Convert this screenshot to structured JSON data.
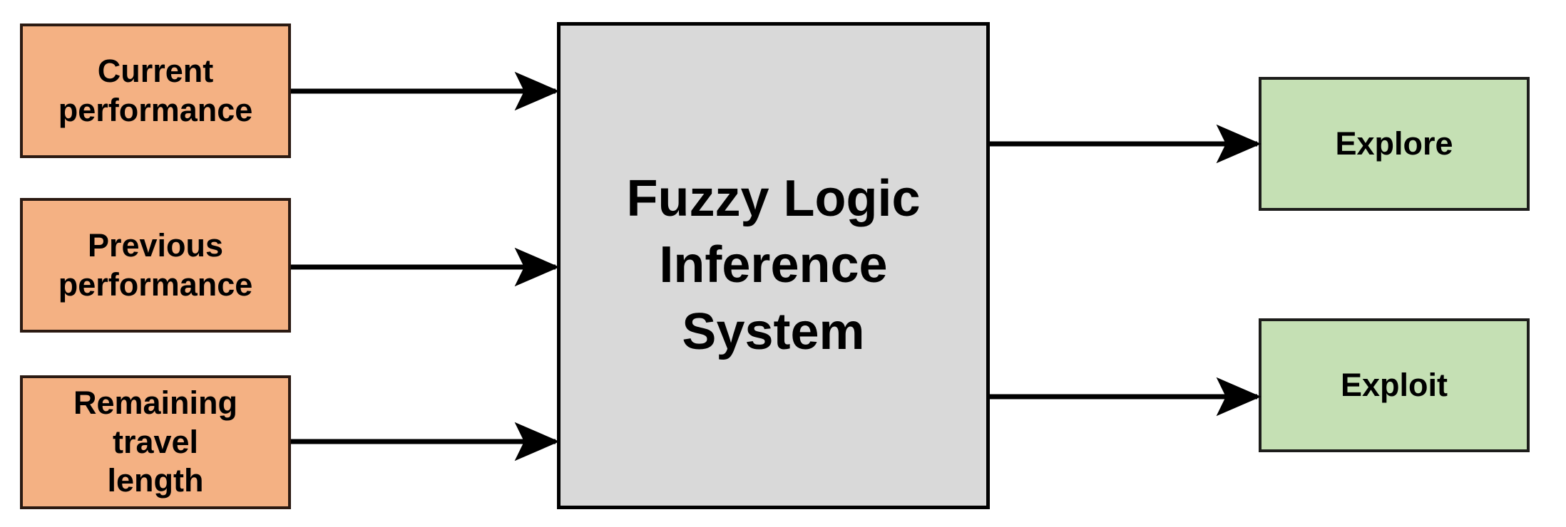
{
  "diagram": {
    "title": "Fuzzy Logic Inference System block diagram",
    "background_color": "#FFFFFF",
    "palette": {
      "input_fill": "#F4B183",
      "process_fill": "#D9D9D9",
      "output_fill": "#C5E0B4",
      "border": "#000000",
      "arrow": "#000000",
      "text": "#000000"
    },
    "inputs": [
      {
        "id": "current-performance",
        "label": "Current\nperformance"
      },
      {
        "id": "previous-performance",
        "label": "Previous\nperformance"
      },
      {
        "id": "remaining-travel-length",
        "label": "Remaining travel\nlength"
      }
    ],
    "process": {
      "id": "fuzzy-logic-inference-system",
      "label": "Fuzzy Logic\nInference\nSystem"
    },
    "outputs": [
      {
        "id": "explore",
        "label": "Explore"
      },
      {
        "id": "exploit",
        "label": "Exploit"
      }
    ],
    "connectors": [
      {
        "id": "current-performance-to-fis",
        "from": "current-performance",
        "to": "fuzzy-logic-inference-system",
        "marker": "arrow-right"
      },
      {
        "id": "previous-performance-to-fis",
        "from": "previous-performance",
        "to": "fuzzy-logic-inference-system",
        "marker": "arrow-right"
      },
      {
        "id": "remaining-travel-length-to-fis",
        "from": "remaining-travel-length",
        "to": "fuzzy-logic-inference-system",
        "marker": "arrow-right"
      },
      {
        "id": "fis-to-explore",
        "from": "fuzzy-logic-inference-system",
        "to": "explore",
        "marker": "arrow-right"
      },
      {
        "id": "fis-to-exploit",
        "from": "fuzzy-logic-inference-system",
        "to": "exploit",
        "marker": "arrow-right"
      }
    ]
  }
}
